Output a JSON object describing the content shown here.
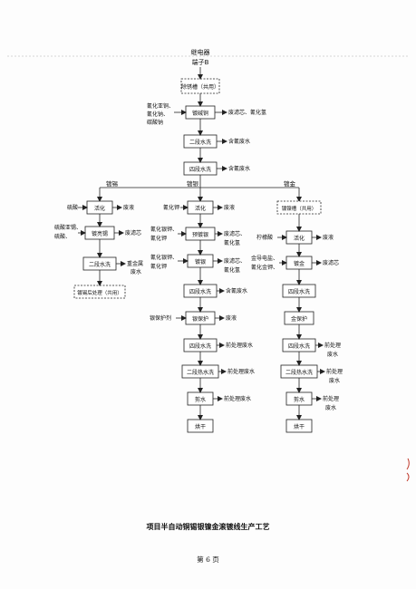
{
  "header": {
    "source": "继电器",
    "terminal": "端子B"
  },
  "main": [
    {
      "key": "m0",
      "label": "除锈槽（共用）",
      "dashed": true
    },
    {
      "key": "m1",
      "label": "镀碱铜"
    },
    {
      "key": "m2",
      "label": "二段水洗"
    },
    {
      "key": "m3",
      "label": "四段水洗"
    }
  ],
  "main_side": {
    "m1_inputs": [
      "氰化亚铜、",
      "氰化钠、",
      "碳酸钠"
    ],
    "m1_outputs": "废滤芯、氰化氢",
    "m2_output": "含氰废水",
    "m3_output": "含氰废水"
  },
  "branches": {
    "tin": "镀锡",
    "silver": "镀银",
    "gold": "镀金"
  },
  "tin": {
    "steps": [
      {
        "key": "t0",
        "label": "活化"
      },
      {
        "key": "t1",
        "label": "镀亮锡"
      },
      {
        "key": "t2",
        "label": "二段水洗"
      },
      {
        "key": "t3",
        "label": "镀锡后处理（共用）",
        "dashed": true
      }
    ],
    "t0_input": "硫酸",
    "t0_output": "废液",
    "t1_inputs": [
      "硫酸亚锡、",
      "硫酸、"
    ],
    "t1_output": "废滤芯",
    "t2_output": [
      "重金属",
      "废水"
    ]
  },
  "silver": {
    "steps": [
      {
        "key": "s0",
        "label": "活化"
      },
      {
        "key": "s1",
        "label": "预镀银"
      },
      {
        "key": "s2",
        "label": "镀银"
      },
      {
        "key": "s3",
        "label": "四段水洗"
      },
      {
        "key": "s4",
        "label": "银保护"
      },
      {
        "key": "s5",
        "label": "四段水洗"
      },
      {
        "key": "s6",
        "label": "二段热水洗"
      },
      {
        "key": "s7",
        "label": "剪水"
      },
      {
        "key": "s8",
        "label": "烘干"
      }
    ],
    "s0_input": "氰化钾",
    "s0_output": "废液",
    "s1_inputs": [
      "氰化银钾、",
      "氰化钾"
    ],
    "s1_outputs": [
      "废滤芯、",
      "氰化氢"
    ],
    "s2_inputs": [
      "氰化银钾、",
      "氰化钾"
    ],
    "s2_outputs": [
      "废滤芯、",
      "氰化氢"
    ],
    "s3_output": "含氰废水",
    "s4_input": "银保护剂",
    "s4_output": "废液",
    "s5_output": "前处理废水",
    "s6_output": "前处理废水",
    "s7_output": "前处理废水"
  },
  "gold": {
    "steps": [
      {
        "key": "g0",
        "label": "镀镍槽（共用）",
        "dashed": true
      },
      {
        "key": "g1",
        "label": "活化"
      },
      {
        "key": "g2",
        "label": "镀金"
      },
      {
        "key": "g3",
        "label": "四段水洗"
      },
      {
        "key": "g4",
        "label": "金保护"
      },
      {
        "key": "g5",
        "label": "四段水洗"
      },
      {
        "key": "g6",
        "label": "二段热水洗"
      },
      {
        "key": "g7",
        "label": "剪水"
      },
      {
        "key": "g8",
        "label": "烘干"
      }
    ],
    "g1_input": "柠檬酸",
    "g1_output": "废液",
    "g2_inputs": [
      "金导电盐、",
      "氰化金钾、"
    ],
    "g2_output": "废滤芯",
    "g5_output": [
      "前处理",
      "废水"
    ],
    "g6_output": [
      "前处理",
      "废水"
    ],
    "g7_output": [
      "前处理",
      "废水"
    ]
  },
  "caption": "项目半自动铜锡银镍金滚镀线生产工艺",
  "page_number": "第 6 页",
  "colors": {
    "line": "#222222",
    "box": "#ffffff",
    "dash_rule": "#c8c8c8",
    "stamp": "#c0392b"
  }
}
